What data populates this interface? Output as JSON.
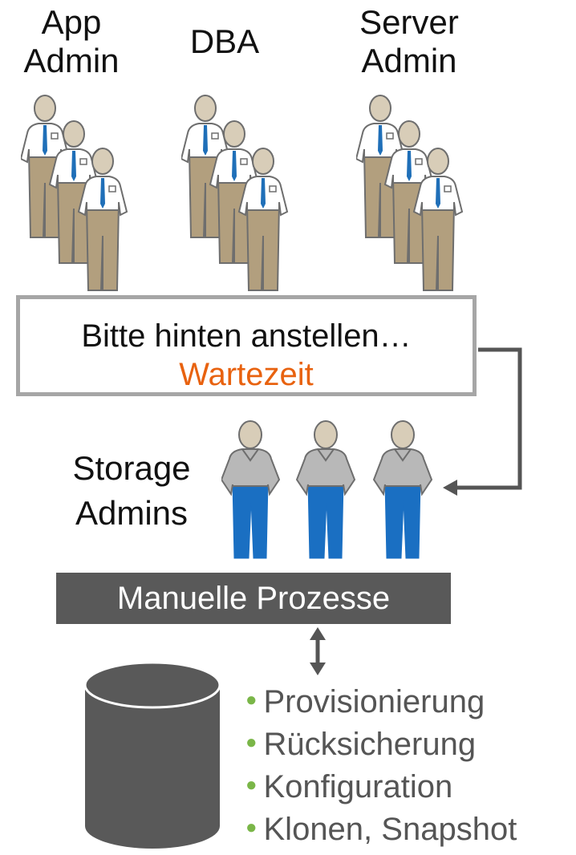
{
  "groups": {
    "app_admin": {
      "label": "App\nAdmin"
    },
    "dba": {
      "label": "DBA"
    },
    "server_admin": {
      "label": "Server\nAdmin"
    },
    "storage_admins": {
      "label": "Storage\nAdmins"
    }
  },
  "queue_box": {
    "text": "Bitte hinten anstellen…",
    "wait": "Wartezeit"
  },
  "manual_bar": {
    "text": "Manuelle Prozesse"
  },
  "tasks": [
    "Provisionierung",
    "Rücksicherung",
    "Konfiguration",
    "Klonen, Snapshot"
  ],
  "colors": {
    "wait": "#e8620f",
    "bar": "#595959",
    "bullet": "#7ab648",
    "shirt_white": "#ffffff",
    "tie": "#1f6fb8",
    "trousers_tan": "#b29f7e",
    "skin": "#d8cdb8",
    "shirt_grey": "#b8b8b8",
    "jeans_blue": "#1a6fc2",
    "database": "#595959",
    "box_border": "#a6a6a6",
    "arrow": "#555555"
  },
  "icons": {
    "admin_person": "businessman-icon",
    "storage_person": "storage-admin-icon",
    "database": "database-cylinder-icon"
  }
}
